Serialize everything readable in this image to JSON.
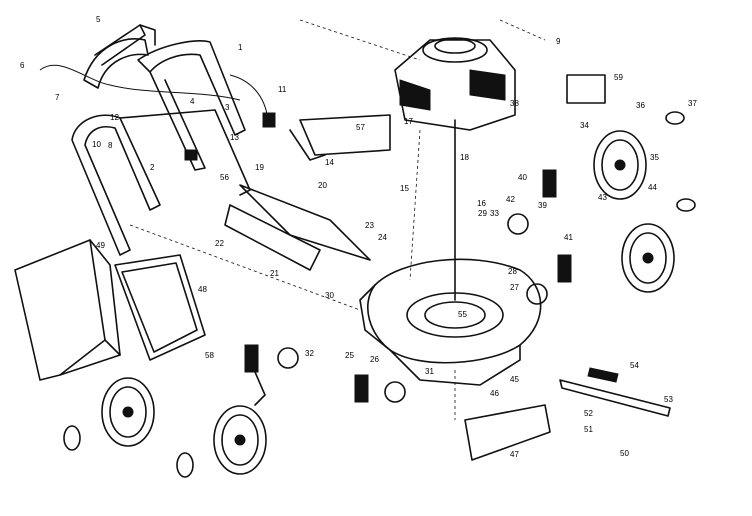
{
  "callouts": [
    "1",
    "2",
    "3",
    "4",
    "5",
    "6",
    "7",
    "8",
    "9",
    "10",
    "11",
    "12",
    "13",
    "14",
    "15",
    "16",
    "17",
    "18",
    "19",
    "20",
    "21",
    "22",
    "23",
    "24",
    "25",
    "26",
    "27",
    "28",
    "29",
    "30",
    "31",
    "32",
    "33",
    "34",
    "35",
    "36",
    "37",
    "38",
    "39",
    "40",
    "41",
    "42",
    "43",
    "44",
    "45",
    "46",
    "47",
    "48",
    "49",
    "50",
    "51",
    "52",
    "53",
    "54",
    "55",
    "56",
    "57",
    "58",
    "59"
  ]
}
